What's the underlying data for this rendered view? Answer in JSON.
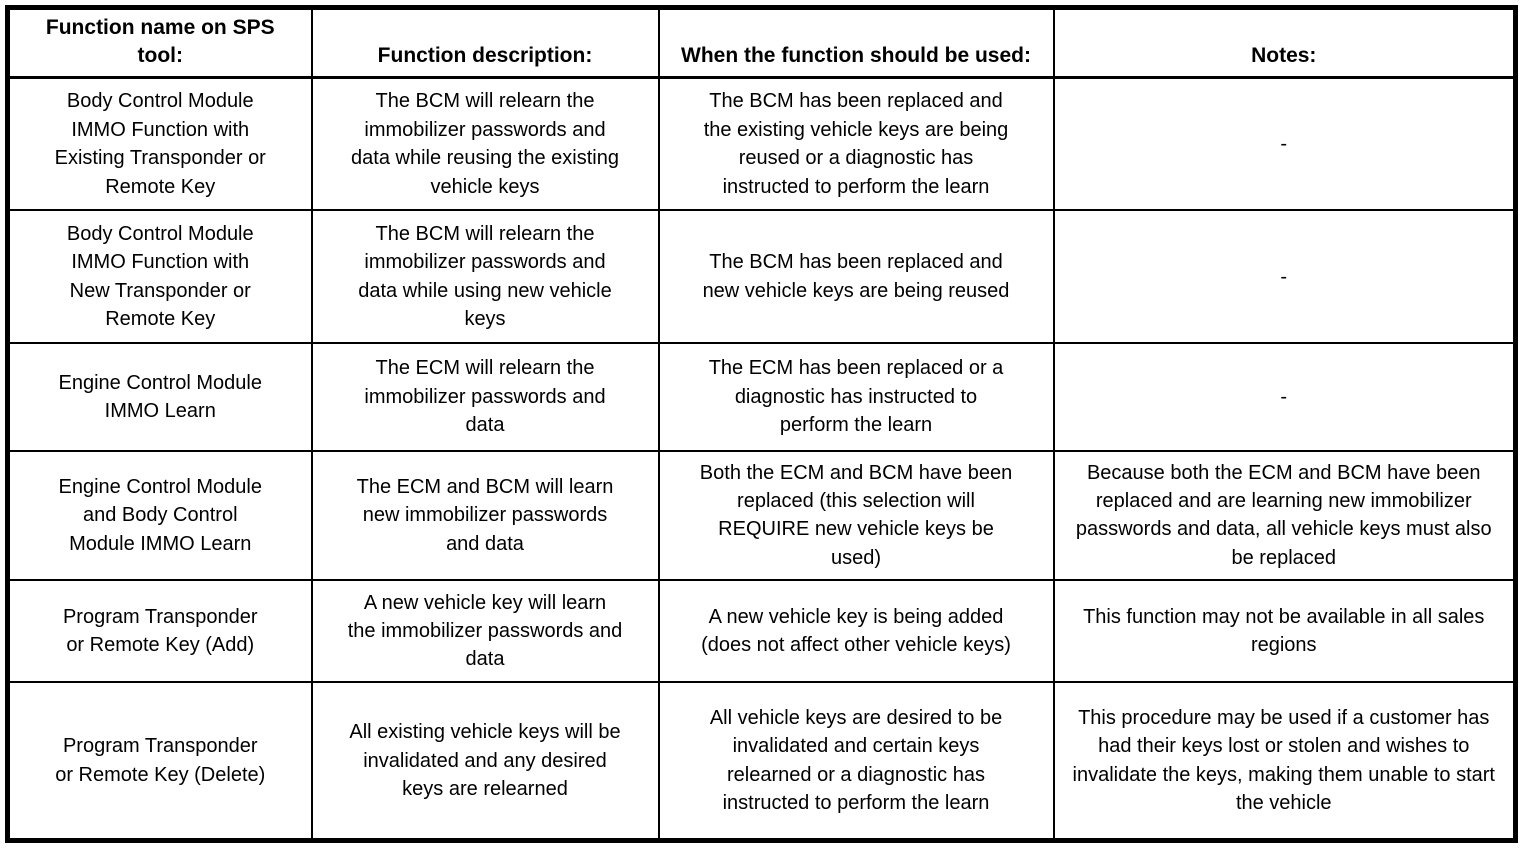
{
  "table": {
    "headers": [
      "Function name on SPS tool:",
      "Function description:",
      "When the function should be used:",
      "Notes:"
    ],
    "rows": [
      [
        "Body Control Module IMMO Function with Existing Transponder or Remote Key",
        "The BCM will relearn the immobilizer passwords and data while reusing the existing vehicle keys",
        "The BCM has been replaced and the existing vehicle keys are being reused or a diagnostic has instructed to perform the learn",
        "-"
      ],
      [
        "Body Control Module IMMO Function with New Transponder or Remote Key",
        "The BCM will relearn the immobilizer passwords and data while using new vehicle keys",
        "The BCM has been replaced and new vehicle keys are being reused",
        "-"
      ],
      [
        "Engine Control Module IMMO Learn",
        "The ECM will relearn the immobilizer passwords and data",
        "The ECM has been replaced or a diagnostic has instructed to perform the learn",
        "-"
      ],
      [
        "Engine Control Module and Body Control Module IMMO Learn",
        "The ECM and BCM will learn new immobilizer passwords and data",
        "Both the ECM and BCM have been replaced (this selection will REQUIRE new vehicle keys be used)",
        "Because both the ECM and BCM have been replaced and are learning new immobilizer passwords and data, all vehicle keys must also be replaced"
      ],
      [
        "Program Transponder or Remote Key (Add)",
        "A new vehicle key will learn the immobilizer passwords and data",
        "A new vehicle key is being added (does not affect other vehicle keys)",
        "This function may not be available in all sales regions"
      ],
      [
        "Program Transponder or Remote Key (Delete)",
        "All existing vehicle keys will be invalidated and any desired keys are relearned",
        "All vehicle keys are desired to be invalidated and certain keys relearned or a diagnostic has instructed to perform the learn",
        "This procedure may be used if a customer has had their keys lost or stolen and wishes to invalidate the keys, making them unable to start the vehicle"
      ]
    ]
  },
  "colors": {
    "border": "#000000",
    "text": "#000000",
    "background": "#ffffff"
  }
}
